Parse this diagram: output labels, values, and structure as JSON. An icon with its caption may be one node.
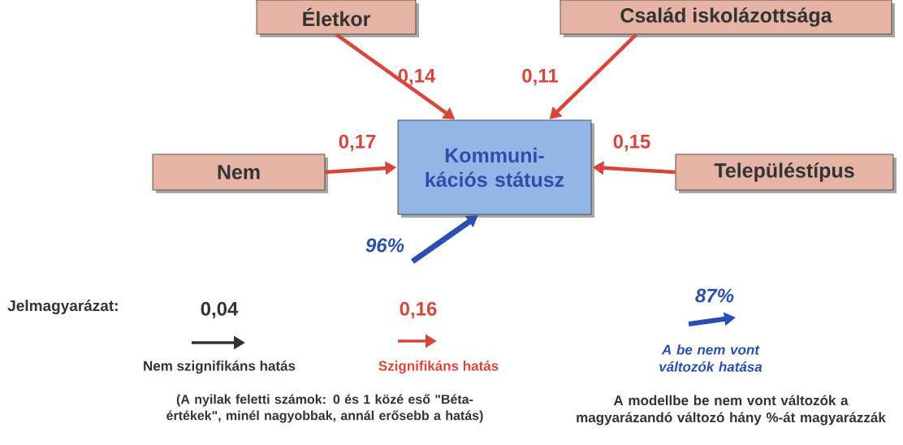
{
  "diagram": {
    "nodes": [
      {
        "text": [
          "Életkor"
        ]
      },
      {
        "text": [
          "Család iskolázottsága"
        ]
      },
      {
        "text": [
          "Nem"
        ]
      },
      {
        "text": [
          "Kommuni- kációs státusz"
        ]
      },
      {
        "text": [
          "Településtípus"
        ]
      }
    ],
    "edges": [
      {
        "from": 0,
        "to": 3,
        "arrow": "to",
        "label": "0,14"
      },
      {
        "from": 1,
        "to": 3,
        "arrow": "to",
        "label": "0,11"
      },
      {
        "from": 2,
        "to": 3,
        "arrow": "to",
        "label": "0,17"
      },
      {
        "from": 4,
        "to": 3,
        "arrow": "to",
        "label": "0,15"
      },
      {
        "from": null,
        "to": 3,
        "arrow": "to",
        "label": "96%",
        "color": "#2b4fae"
      }
    ],
    "labels": [
      "Jelmagyarázat:",
      "0,04",
      "0,16",
      "87%",
      "(A nyilak feletti számok: 0 és 1 közé eső \"Béta-értékek\", minél nagyobbak, annál erősebb a hatás)",
      "A modellbe be nem vont változók a magyarázandó változó hány %-át magyarázzák"
    ],
    "legend": [
      {
        "text": "Nem szignifikáns hatás"
      },
      {
        "text": "Szignifikáns hatás"
      },
      {
        "text": "A be nem vont változók hatása"
      }
    ]
  }
}
